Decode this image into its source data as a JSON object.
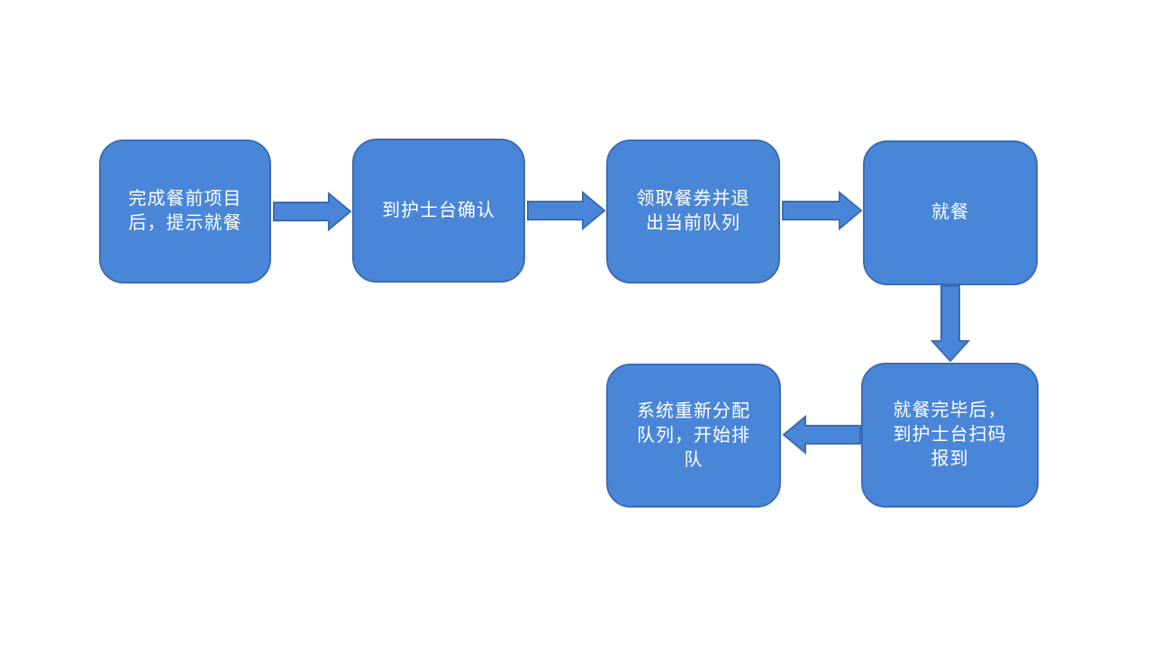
{
  "diagram": {
    "type": "flowchart",
    "colors": {
      "background": "#ffffff",
      "node_fill": "#4a86d8",
      "node_border": "#3b6db3",
      "text": "#ffffff"
    },
    "nodes": [
      {
        "id": "step-1",
        "text": "完成餐前项目\n后，提示就餐"
      },
      {
        "id": "step-2",
        "text": "到护士台确认"
      },
      {
        "id": "step-3",
        "text": "领取餐券并退\n出当前队列"
      },
      {
        "id": "step-4",
        "text": "就餐"
      },
      {
        "id": "step-5",
        "text": "系统重新分配\n队列，开始排\n队"
      },
      {
        "id": "step-6",
        "text": "就餐完毕后，\n到护士台扫码\n报到"
      }
    ],
    "arrows": [
      {
        "from": "step-1",
        "to": "step-2",
        "direction": "right"
      },
      {
        "from": "step-2",
        "to": "step-3",
        "direction": "right"
      },
      {
        "from": "step-3",
        "to": "step-4",
        "direction": "right"
      },
      {
        "from": "step-4",
        "to": "step-6",
        "direction": "down"
      },
      {
        "from": "step-6",
        "to": "step-5",
        "direction": "left"
      }
    ]
  }
}
